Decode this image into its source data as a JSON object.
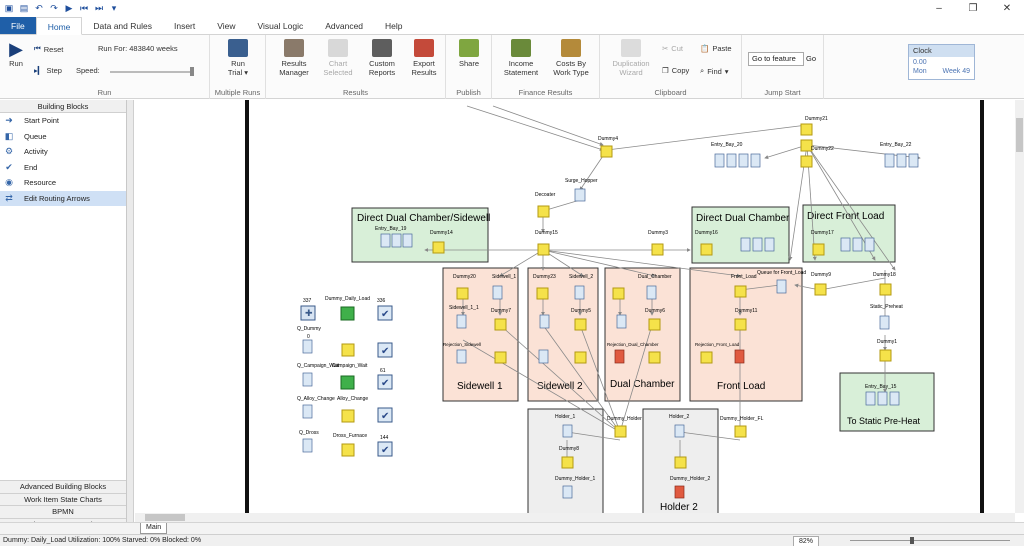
{
  "tabs": [
    "File",
    "Home",
    "Data and Rules",
    "Insert",
    "View",
    "Visual Logic",
    "Advanced",
    "Help"
  ],
  "ribbon": {
    "run": {
      "run": "Run",
      "reset": "Reset",
      "step": "Step",
      "speed": "Speed:",
      "run_for": "Run For: 483840 weeks",
      "group": "Run"
    },
    "trial": {
      "label1": "Run",
      "label2": "Trial",
      "group": "Multiple Runs"
    },
    "results": {
      "items": [
        "Results\nManager",
        "Chart\nSelected",
        "Custom\nReports",
        "Export\nResults"
      ],
      "group": "Results"
    },
    "publish": {
      "share": "Share",
      "group": "Publish"
    },
    "finance": {
      "items": [
        "Income\nStatement",
        "Costs By\nWork Type"
      ],
      "group": "Finance Results"
    },
    "clipboard": {
      "wizard": "Duplication\nWizard",
      "cut": "Cut",
      "paste": "Paste",
      "copy": "Copy",
      "find": "Find",
      "group": "Clipboard"
    },
    "jump": {
      "field": "Go to feature",
      "go": "Go",
      "group": "Jump Start"
    }
  },
  "clock": {
    "title": "Clock",
    "value": "0.00",
    "day": "Mon",
    "week": "Week 49"
  },
  "left_panel": {
    "header": "Building Blocks",
    "items": [
      "Start Point",
      "Queue",
      "Activity",
      "End",
      "Resource",
      "Edit Routing Arrows"
    ],
    "footer": [
      "Advanced Building Blocks",
      "Work Item State Charts",
      "BPMN",
      "Value Stream Mapping"
    ]
  },
  "diagram": {
    "regions": [
      "Direct Dual Chamber/Sidewell",
      "Direct Dual Chamber",
      "Direct Front Load",
      "Sidewell 1",
      "Sidewell 2",
      "Dual Chamber",
      "Front Load",
      "To Static Pre-Heat"
    ],
    "labels": [
      "Dummy4",
      "Dummy21",
      "Dummy22",
      "Entry_Bay_20",
      "Entry_Bay_22",
      "Surge_Hopper",
      "Decoater",
      "Dummy15",
      "Dummy3",
      "Dummy16",
      "Dummy17",
      "Entry_Bay_19",
      "Dummy14",
      "Dummy20",
      "Sidewell_1",
      "Sidewell_1_1",
      "Dummy7",
      "Dummy23",
      "Sidewell_2",
      "Dummy5",
      "Dual_Chamber",
      "Dummy6",
      "Front_Load",
      "Queue for Front_Load",
      "Dummy11",
      "Dummy9",
      "Dummy18",
      "Static_Preheat",
      "Dummy1",
      "Entry_Bay_15",
      "Rejection_Sidewell",
      "Rejection_Dual_Chamber",
      "Rejection_Front_Load",
      "Dummy_Daily_Load",
      "Q_Dummy",
      "Q_Campaign_Wait",
      "Campaign_Wait",
      "Q_Alloy_Change",
      "Alloy_Change",
      "Q_Dross",
      "Dross_Furnace",
      "Holder_1",
      "Dummy_Holder",
      "Dummy8",
      "Dummy_Holder_1",
      "Holder_2",
      "Dummy_Holder_FL",
      "Dummy_Holder_2",
      "Holder 2"
    ],
    "counts": [
      "337",
      "336",
      "0",
      "61",
      "144"
    ]
  },
  "sheet_tab": "Main",
  "status": {
    "message": "Dummy: Daily_Load Utilization: 100% Starved: 0% Blocked: 0%",
    "zoom": "82%"
  }
}
